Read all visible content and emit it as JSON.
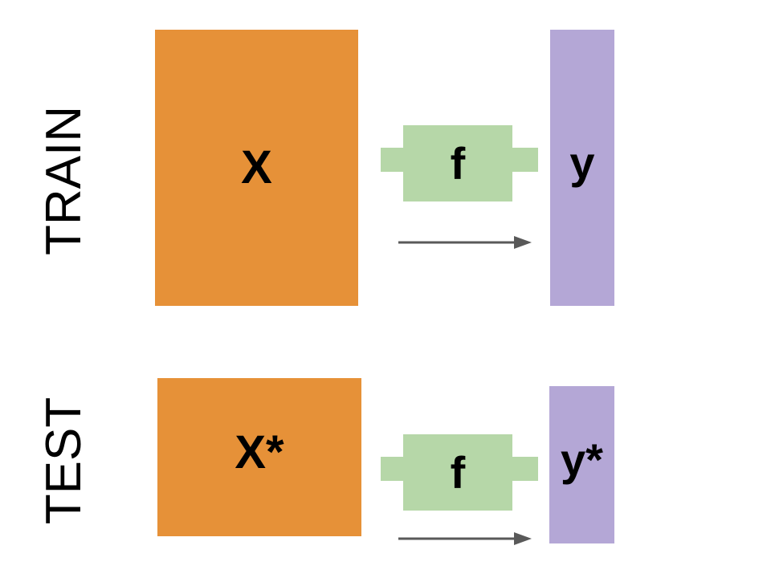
{
  "colors": {
    "input_box": "#e69138",
    "function_block": "#b6d7a8",
    "output_box": "#b4a7d6",
    "arrow": "#595959"
  },
  "train": {
    "row_label": "TRAIN",
    "input_label": "X",
    "function_label": "f",
    "output_label": "y"
  },
  "test": {
    "row_label": "TEST",
    "input_label": "X*",
    "function_label": "f",
    "output_label": "y*"
  }
}
